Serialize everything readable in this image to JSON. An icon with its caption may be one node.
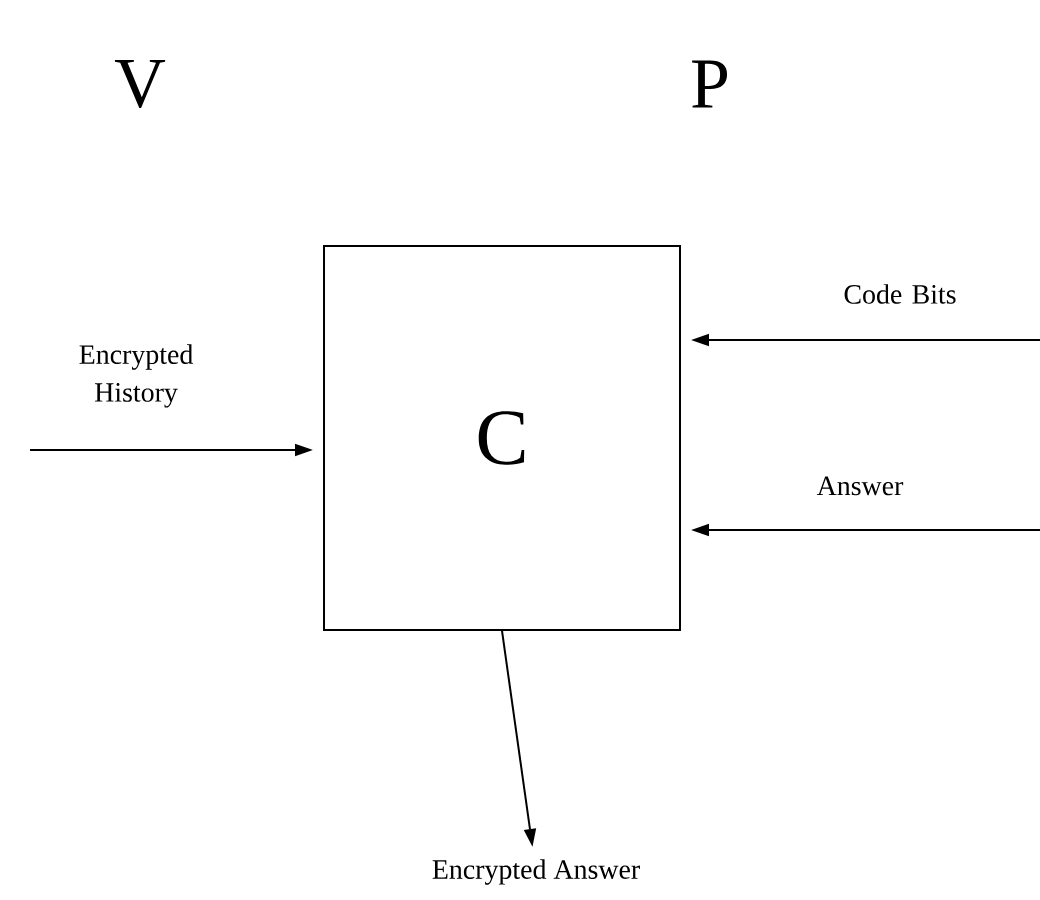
{
  "diagram": {
    "nodes": [
      {
        "text": [
          "C"
        ]
      },
      {
        "text": [
          "Encrypted Answer"
        ]
      }
    ],
    "edges": [
      {
        "from": null,
        "to": 0,
        "arrow": "to",
        "label": "Encrypted History"
      },
      {
        "from": null,
        "to": 0,
        "arrow": "to",
        "label": "Code Bits"
      },
      {
        "from": null,
        "to": 0,
        "arrow": "to",
        "label": "Answer"
      },
      {
        "from": 0,
        "to": 1,
        "arrow": "to"
      }
    ],
    "labels": [
      "V",
      "P"
    ]
  }
}
